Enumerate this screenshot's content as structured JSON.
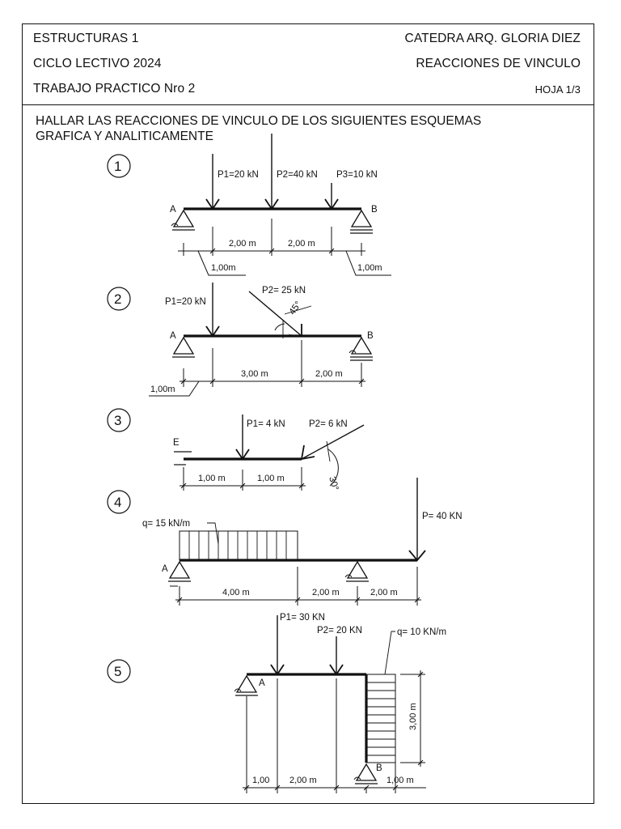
{
  "header": {
    "course": "ESTRUCTURAS 1",
    "year": "CICLO LECTIVO 2024",
    "work": "TRABAJO PRACTICO Nro 2",
    "chair": "CATEDRA ARQ. GLORIA DIEZ",
    "topic": "REACCIONES DE VINCULO",
    "sheet": "HOJA 1/3"
  },
  "instruction": {
    "line1": "HALLAR LAS REACCIONES DE VINCULO DE LOS SIGUIENTES ESQUEMAS",
    "line2": "GRAFICA Y ANALITICAMENTE"
  },
  "exercises": [
    {
      "number": "1",
      "loads": [
        "P1=20 kN",
        "P2=40 kN",
        "P3=10 kN"
      ],
      "supports": [
        "A",
        "B"
      ],
      "dims": [
        "2,00 m",
        "2,00 m",
        "1,00m",
        "1,00m"
      ]
    },
    {
      "number": "2",
      "loads": [
        "P1=20 kN",
        "P2= 25 kN"
      ],
      "angle": "45°",
      "supports": [
        "A",
        "B"
      ],
      "dims": [
        "1,00m",
        "3,00 m",
        "2,00 m"
      ]
    },
    {
      "number": "3",
      "loads": [
        "P1= 4  kN",
        "P2= 6  kN"
      ],
      "angle": "30°",
      "supports": [
        "E"
      ],
      "dims": [
        "1,00 m",
        "1,00 m"
      ]
    },
    {
      "number": "4",
      "loads": [
        "q= 15 kN/m",
        "P= 40 KN"
      ],
      "supports": [
        "A"
      ],
      "dims": [
        "4,00 m",
        "2,00 m",
        "2,00 m"
      ]
    },
    {
      "number": "5",
      "loads": [
        "P1= 30 KN",
        "P2= 20 KN",
        "q= 10 KN/m"
      ],
      "supports": [
        "A",
        "B"
      ],
      "dims": [
        "1,00",
        "2,00 m",
        "1,00 m",
        "3,00 m"
      ]
    }
  ]
}
